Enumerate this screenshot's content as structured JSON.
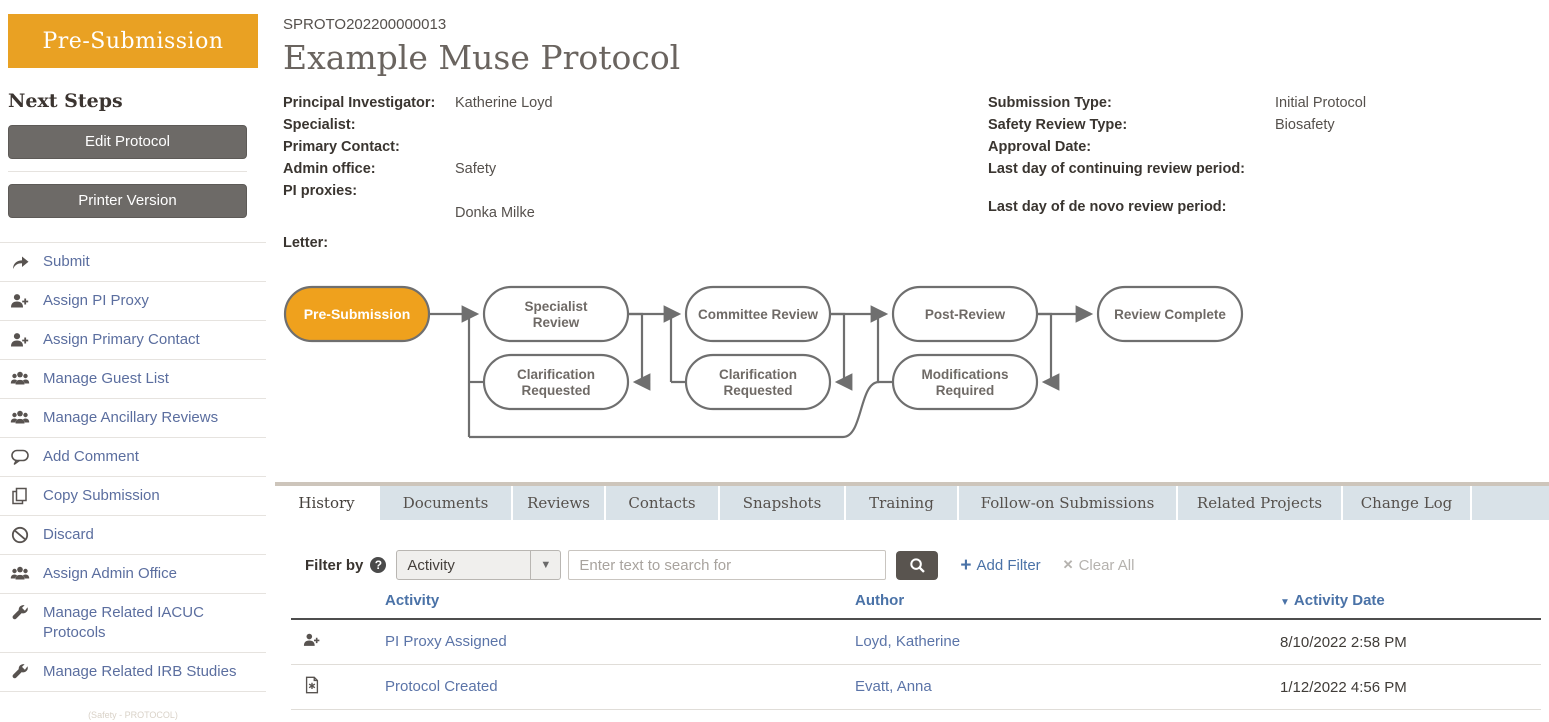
{
  "colors": {
    "accent_orange": "#e9a123",
    "link_blue": "#5b74a8",
    "header_blue": "#4a72a7"
  },
  "status_banner": "Pre-Submission",
  "sidebar": {
    "next_steps_label": "Next Steps",
    "buttons": {
      "edit": "Edit Protocol",
      "print": "Printer Version"
    },
    "items": [
      {
        "icon": "submit-arrow-icon",
        "label": "Submit"
      },
      {
        "icon": "person-add-icon",
        "label": "Assign PI Proxy"
      },
      {
        "icon": "person-add-icon",
        "label": "Assign Primary Contact"
      },
      {
        "icon": "people-icon",
        "label": "Manage Guest List"
      },
      {
        "icon": "people-icon",
        "label": "Manage Ancillary Reviews"
      },
      {
        "icon": "comment-icon",
        "label": "Add Comment"
      },
      {
        "icon": "copy-icon",
        "label": "Copy Submission"
      },
      {
        "icon": "discard-icon",
        "label": "Discard"
      },
      {
        "icon": "people-icon",
        "label": "Assign Admin Office"
      },
      {
        "icon": "wrench-icon",
        "label": "Manage Related IACUC Protocols"
      },
      {
        "icon": "wrench-icon",
        "label": "Manage Related IRB Studies"
      }
    ],
    "footer_note": "(Safety - PROTOCOL)"
  },
  "header": {
    "protocol_id": "SPROTO202200000013",
    "title": "Example Muse Protocol"
  },
  "details": {
    "left": {
      "pi_label": "Principal Investigator:",
      "pi_value": "Katherine Loyd",
      "specialist_label": "Specialist:",
      "specialist_value": "",
      "primary_contact_label": "Primary Contact:",
      "primary_contact_value": "",
      "admin_office_label": "Admin office:",
      "admin_office_value": "Safety",
      "pi_proxies_label": "PI proxies:",
      "pi_proxies_value": "Donka Milke",
      "letter_label": "Letter:",
      "letter_value": ""
    },
    "right": {
      "submission_type_label": "Submission Type:",
      "submission_type_value": "Initial Protocol",
      "safety_review_label": "Safety Review Type:",
      "safety_review_value": "Biosafety",
      "approval_date_label": "Approval Date:",
      "approval_date_value": "",
      "continuing_review_label": "Last day of continuing review period:",
      "continuing_review_value": "",
      "de_novo_label": "Last day of de novo review period:",
      "de_novo_value": ""
    }
  },
  "workflow": {
    "active_stage": "Pre-Submission",
    "pre_submission": "Pre-Submission",
    "specialist_review_l1": "Specialist",
    "specialist_review_l2": "Review",
    "committee_review": "Committee Review",
    "post_review": "Post-Review",
    "review_complete": "Review Complete",
    "clarification_l1": "Clarification",
    "clarification_l2": "Requested",
    "modifications_l1": "Modifications",
    "modifications_l2": "Required"
  },
  "tabs": {
    "items": [
      {
        "label": "History",
        "active": true
      },
      {
        "label": "Documents",
        "active": false
      },
      {
        "label": "Reviews",
        "active": false
      },
      {
        "label": "Contacts",
        "active": false
      },
      {
        "label": "Snapshots",
        "active": false
      },
      {
        "label": "Training",
        "active": false
      },
      {
        "label": "Follow-on Submissions",
        "active": false
      },
      {
        "label": "Related Projects",
        "active": false
      },
      {
        "label": "Change Log",
        "active": false
      }
    ]
  },
  "filter": {
    "label": "Filter by",
    "category_value": "Activity",
    "search_placeholder": "Enter text to search for",
    "add_filter_label": "Add Filter",
    "clear_all_label": "Clear All"
  },
  "glyphs": {
    "help": "?",
    "dropdown_arrow": "▼",
    "sort_desc": "▼",
    "plus": "+",
    "clear_x": "✕"
  },
  "table": {
    "columns": {
      "activity": "Activity",
      "author": "Author",
      "date": "Activity Date"
    },
    "sorted_by": "Activity Date descending",
    "rows": [
      {
        "icon": "person-add-icon",
        "activity": "PI Proxy Assigned",
        "author": "Loyd, Katherine",
        "date": "8/10/2022 2:58 PM"
      },
      {
        "icon": "document-icon",
        "activity": "Protocol Created",
        "author": "Evatt, Anna",
        "date": "1/12/2022 4:56 PM"
      }
    ]
  }
}
